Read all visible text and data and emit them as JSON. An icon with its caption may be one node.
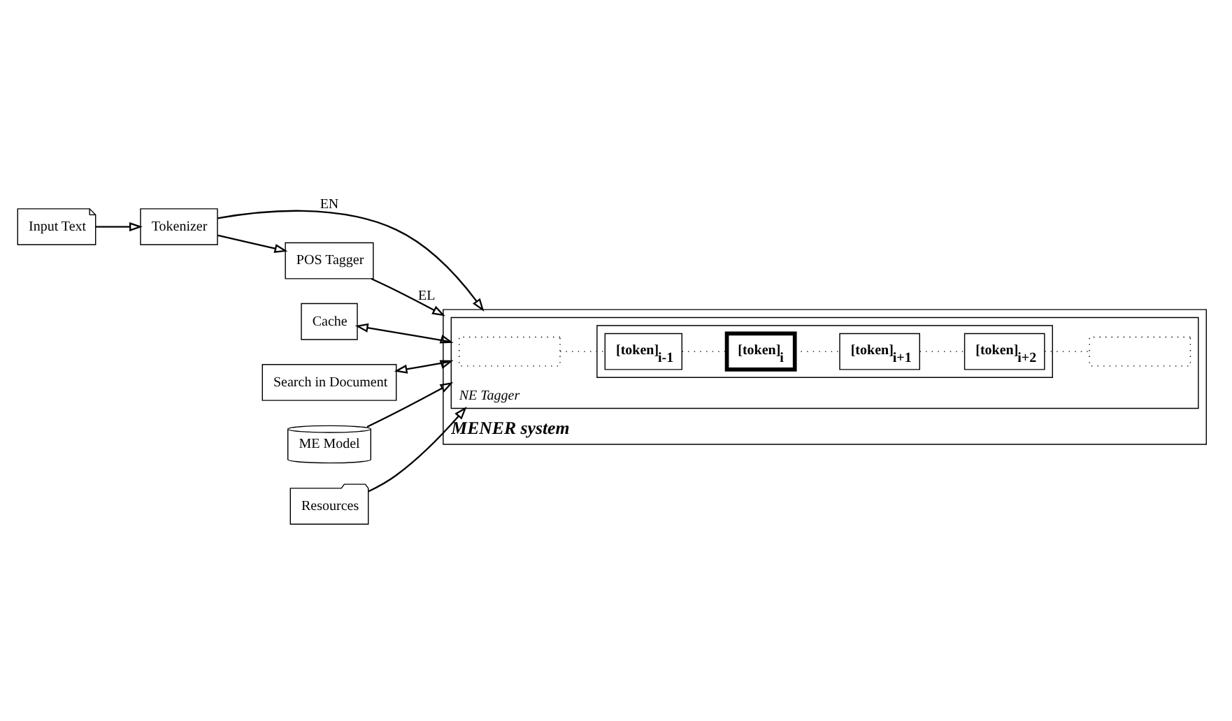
{
  "diagram": {
    "nodes": [
      {
        "text": [
          "MENER system"
        ]
      },
      {
        "text": [
          "NE Tagger"
        ],
        "in": 0
      },
      {
        "text": [],
        "shape": "box",
        "in": 1
      },
      {
        "text": [],
        "shape": "box",
        "in": 1
      },
      {
        "text": [
          "[token]$_{i-1}$"
        ],
        "in": 3
      },
      {
        "text": [
          "[token]$_{i}$"
        ],
        "in": 3
      },
      {
        "text": [
          "[token]$_{i+1}$"
        ],
        "in": 3
      },
      {
        "text": [
          "[token]$_{i+2}$"
        ],
        "in": 3
      },
      {
        "text": [],
        "shape": "box",
        "in": 1
      },
      {
        "text": [
          "POS Tagger"
        ]
      },
      {
        "text": [
          "Tokenizer"
        ]
      },
      {
        "text": [
          "Input Text"
        ]
      },
      {
        "text": [
          "Cache"
        ]
      },
      {
        "text": [
          "Search in Document"
        ]
      },
      {
        "text": [
          "ME Model"
        ]
      },
      {
        "text": [
          "Resources"
        ]
      }
    ],
    "edges": [
      {
        "from": 11,
        "to": 10,
        "arrow": "to"
      },
      {
        "from": 10,
        "to": 9,
        "arrow": "to"
      },
      {
        "from": 9,
        "to": 0,
        "arrow": "to",
        "label": "EL"
      },
      {
        "from": 10,
        "to": 0,
        "arrow": "to",
        "label": "EN"
      },
      {
        "from": 2,
        "to": 4,
        "arrow": "none",
        "style": "dashed"
      },
      {
        "from": 4,
        "to": 5,
        "arrow": "none",
        "style": "dashed"
      },
      {
        "from": 5,
        "to": 6,
        "arrow": "none",
        "style": "dashed"
      },
      {
        "from": 6,
        "to": 7,
        "arrow": "none",
        "style": "dashed"
      },
      {
        "from": 7,
        "to": 8,
        "arrow": "none",
        "style": "dashed"
      },
      {
        "from": 12,
        "to": 1,
        "arrow": "both"
      },
      {
        "from": 13,
        "to": 1,
        "arrow": "both"
      },
      {
        "from": 14,
        "to": 1,
        "arrow": "to"
      },
      {
        "from": 15,
        "to": 1,
        "arrow": "to"
      }
    ]
  }
}
